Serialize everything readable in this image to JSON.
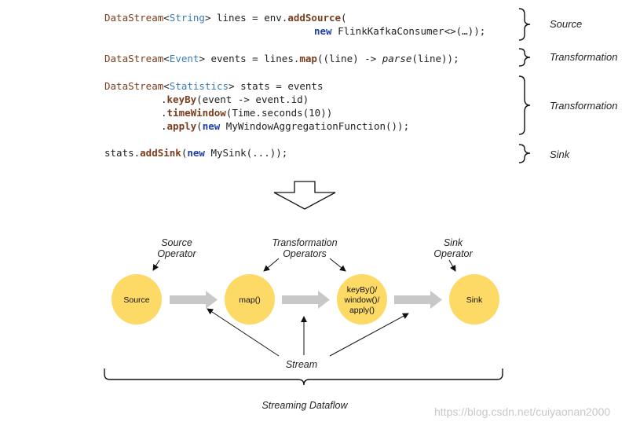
{
  "code": {
    "source_line1": [
      "DataStream",
      "<",
      "String",
      "> lines = env.",
      "addSource",
      "("
    ],
    "source_line2": [
      "new",
      " FlinkKafkaConsumer<>(…));"
    ],
    "transform1": [
      "DataStream",
      "<",
      "Event",
      "> events = lines.",
      "map",
      "((line) -> ",
      "parse",
      "(line));"
    ],
    "transform2_l1": [
      "DataStream",
      "<",
      "Statistics",
      "> stats = events"
    ],
    "transform2_l2": [
      ".",
      "keyBy",
      "(event -> event.id)"
    ],
    "transform2_l3": [
      ".",
      "timeWindow",
      "(Time.seconds(10))"
    ],
    "transform2_l4": [
      ".",
      "apply",
      "(",
      "new",
      " MyWindowAggregationFunction());"
    ],
    "sink_line": [
      "stats.",
      "addSink",
      "(",
      "new",
      " MySink(...));"
    ]
  },
  "labels": {
    "source": "Source",
    "transformation1": "Transformation",
    "transformation2": "Transformation",
    "sink": "Sink"
  },
  "diagram": {
    "nodes": [
      {
        "id": "source",
        "label": [
          "Source"
        ]
      },
      {
        "id": "map",
        "label": [
          "map()"
        ]
      },
      {
        "id": "keyby",
        "label": [
          "keyBy()/",
          "window()/",
          "apply()"
        ]
      },
      {
        "id": "sink",
        "label": [
          "Sink"
        ]
      }
    ],
    "annotations": {
      "source_operator": [
        "Source",
        "Operator"
      ],
      "transformation_operators": [
        "Transformation",
        "Operators"
      ],
      "sink_operator": [
        "Sink",
        "Operator"
      ],
      "stream": "Stream",
      "streaming_dataflow": "Streaming Dataflow"
    },
    "colors": {
      "node_fill": "#fdd966",
      "arrow_fill": "#c8c8c8",
      "line": "#111111"
    }
  },
  "watermark": "https://blog.csdn.net/cuiyaonan2000"
}
